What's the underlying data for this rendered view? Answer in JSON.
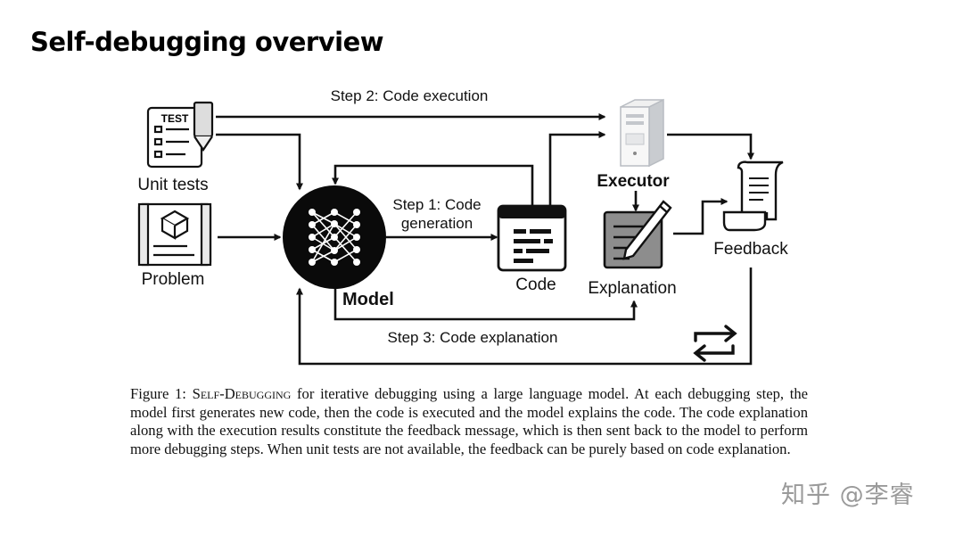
{
  "slide": {
    "title": "Self-debugging overview"
  },
  "diagram": {
    "labels": {
      "step2": "Step 2: Code execution",
      "unit_tests": "Unit tests",
      "problem": "Problem",
      "executor": "Executor",
      "step1_line1": "Step 1: Code",
      "step1_line2": "generation",
      "model": "Model",
      "code": "Code",
      "explanation": "Explanation",
      "feedback": "Feedback",
      "step3": "Step 3: Code explanation",
      "test_icon_text": "TEST"
    },
    "icons": [
      "unit-tests-clipboard-icon",
      "problem-blueprint-icon",
      "model-neural-network-icon",
      "code-window-icon",
      "executor-server-icon",
      "explanation-notepad-icon",
      "feedback-scroll-icon",
      "loop-arrows-icon"
    ]
  },
  "caption": {
    "prefix": "Figure 1: ",
    "name": "Self-Debugging",
    "text": " for iterative debugging using a large language model. At each debugging step, the model first generates new code, then the code is executed and the model explains the code. The code explanation along with the execution results constitute the feedback message, which is then sent back to the model to perform more debugging steps. When unit tests are not available, the feedback can be purely based on code explanation."
  },
  "watermark": "知乎 @李睿"
}
